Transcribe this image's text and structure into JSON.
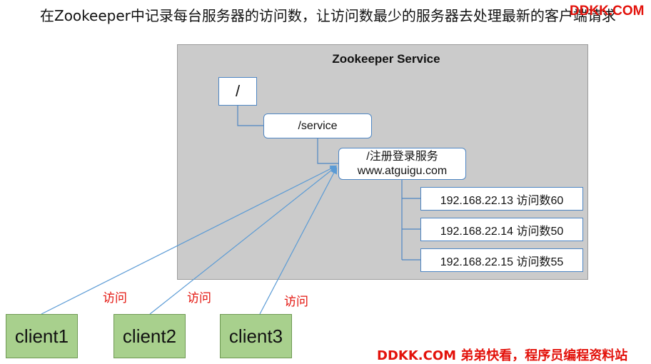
{
  "header": {
    "title": "在Zookeeper中记录每台服务器的访问数，让访问数最少的服务器去处理最新的客户端请求"
  },
  "watermarks": {
    "top": "DDKK.COM",
    "bottom": "DDKK.COM 弟弟快看，程序员编程资料站"
  },
  "service": {
    "title": "Zookeeper Service",
    "root": "/",
    "service_node": "/service",
    "register_node": {
      "line1": "/注册登录服务",
      "line2": "www.atguigu.com"
    },
    "servers": [
      {
        "label": "192.168.22.13  访问数60"
      },
      {
        "label": "192.168.22.14 访问数50"
      },
      {
        "label": "192.168.22.15 访问数55"
      }
    ]
  },
  "clients": [
    {
      "label": "client1"
    },
    {
      "label": "client2"
    },
    {
      "label": "client3"
    }
  ],
  "visit_labels": [
    "访问",
    "访问",
    "访问"
  ],
  "colors": {
    "panel": "#cbcbcb",
    "node_border": "#4e86c4",
    "client_fill": "#a8d08d",
    "accent_red": "#e3120b",
    "arrow_line": "#5b9bd5"
  }
}
